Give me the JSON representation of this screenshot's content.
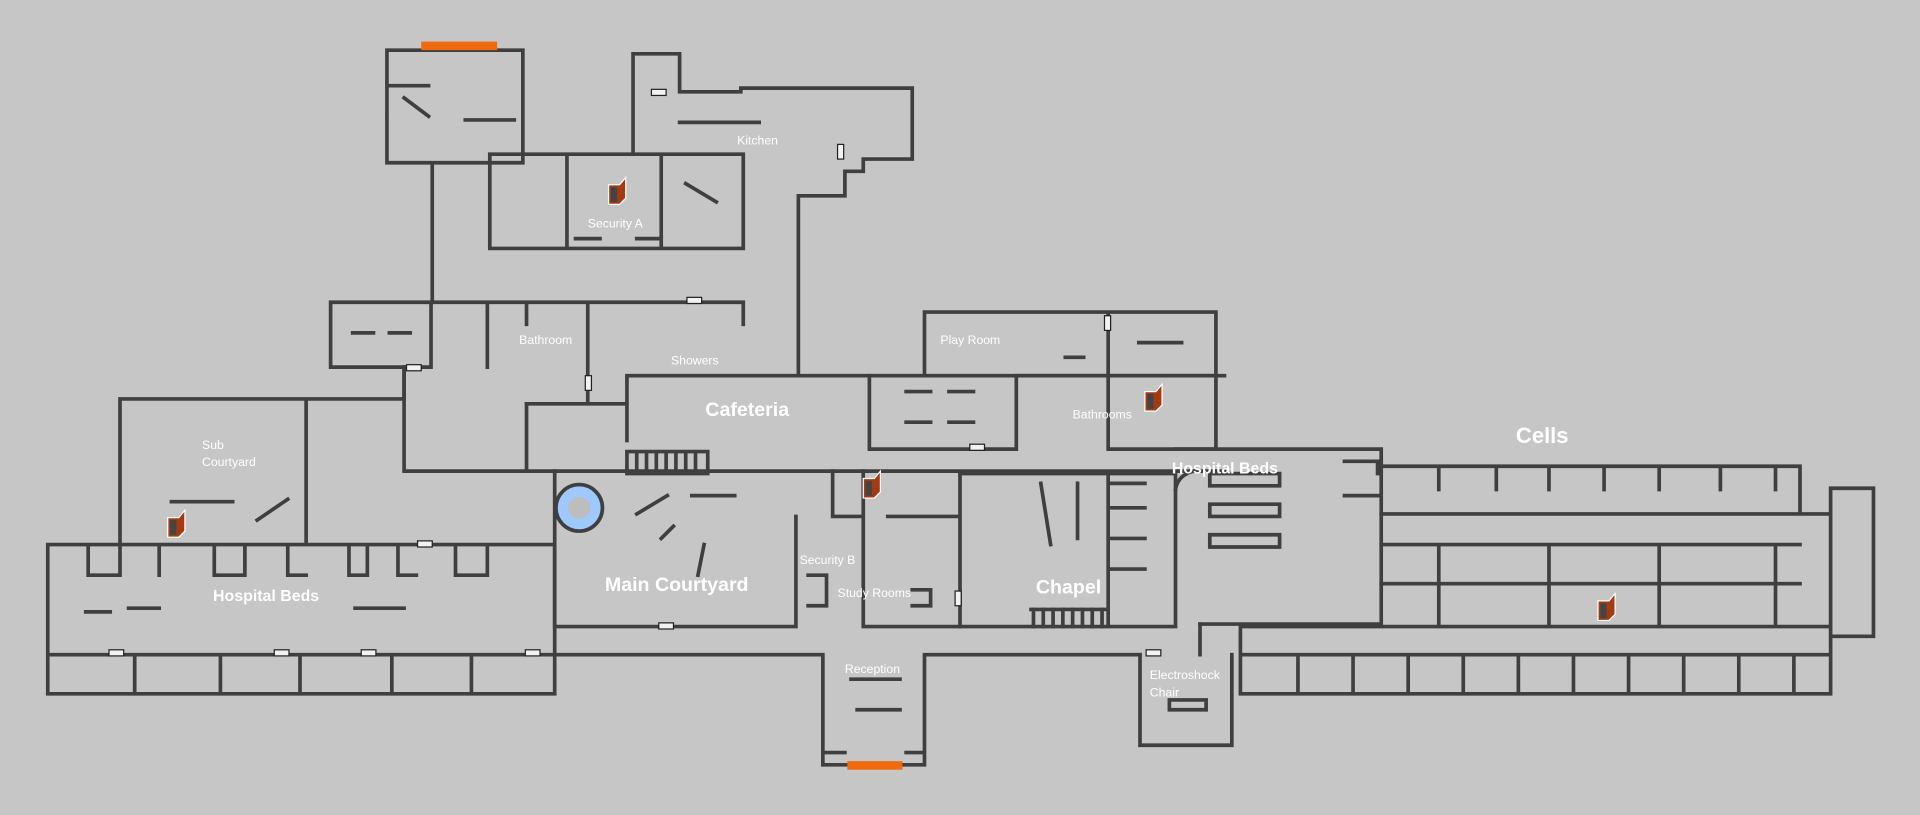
{
  "map": {
    "labels": {
      "kitchen": "Kitchen",
      "security_a": "Security A",
      "bathroom": "Bathroom",
      "showers": "Showers",
      "play_room": "Play Room",
      "cafeteria": "Cafeteria",
      "bathrooms": "Bathrooms",
      "cells": "Cells",
      "sub_courtyard_1": "Sub",
      "sub_courtyard_2": "Courtyard",
      "hospital_beds_east": "Hospital Beds",
      "security_b": "Security B",
      "study_rooms": "Study Rooms",
      "main_courtyard": "Main Courtyard",
      "chapel": "Chapel",
      "hospital_beds_west": "Hospital Beds",
      "reception": "Reception",
      "electroshock_1": "Electroshock",
      "electroshock_2": "Chair"
    },
    "colors": {
      "background": "#c6c6c6",
      "wall": "#3f3f3f",
      "exit": "#f06a10",
      "fountain": "#9ec8ff",
      "book": "#a33a12"
    }
  }
}
